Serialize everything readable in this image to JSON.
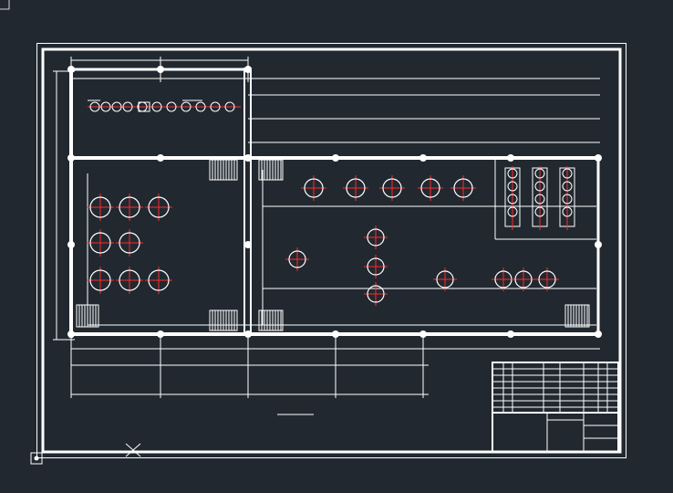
{
  "drawing": {
    "background": "#212830",
    "line_color": "#ffffff",
    "center_line_color": "#ff2a2a",
    "label_color": "#ffffff"
  },
  "rooms": [
    {
      "name": "left-equipment-room",
      "label": ""
    },
    {
      "name": "upper-vessel-room",
      "label": ""
    },
    {
      "name": "middle-pump-room",
      "label": ""
    },
    {
      "name": "column-room",
      "label": ""
    },
    {
      "name": "lower-right-room",
      "label": ""
    }
  ],
  "title_block": {
    "rows": 7,
    "has_logo_area": true
  },
  "icons": [
    "corner-bracket-icon",
    "crosshair-icon",
    "origin-marker-icon"
  ]
}
